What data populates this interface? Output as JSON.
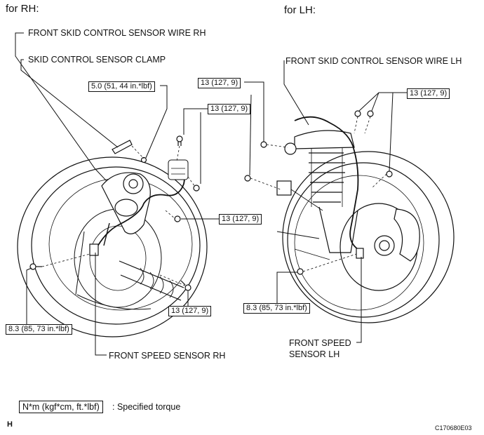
{
  "headers": {
    "rh": "for RH:",
    "lh": "for LH:"
  },
  "labels": {
    "front_skid_wire_rh": "FRONT SKID CONTROL SENSOR WIRE RH",
    "skid_sensor_clamp": "SKID CONTROL SENSOR CLAMP",
    "front_skid_wire_lh": "FRONT SKID CONTROL SENSOR WIRE LH",
    "front_speed_sensor_rh": "FRONT SPEED SENSOR RH",
    "front_speed_sensor_lh_line1": "FRONT SPEED",
    "front_speed_sensor_lh_line2": "SENSOR LH"
  },
  "torques": {
    "rh_clamp": "5.0 (51, 44 in.*lbf)",
    "rh_upper": "13 (127, 9)",
    "rh_middle": "13 (127, 9)",
    "rh_lower": "13 (127, 9)",
    "rh_sensor": "8.3 (85, 73 in.*lbf)",
    "lh_left": "13 (127, 9)",
    "lh_right": "13 (127, 9)",
    "lh_sensor": "8.3 (85, 73 in.*lbf)"
  },
  "legend": {
    "unit": "N*m (kgf*cm, ft.*lbf)",
    "description": ": Specified torque"
  },
  "footer": {
    "corner_mark": "H",
    "figure_code": "C170680E03"
  },
  "colors": {
    "ink": "#111111",
    "paper": "#ffffff"
  }
}
